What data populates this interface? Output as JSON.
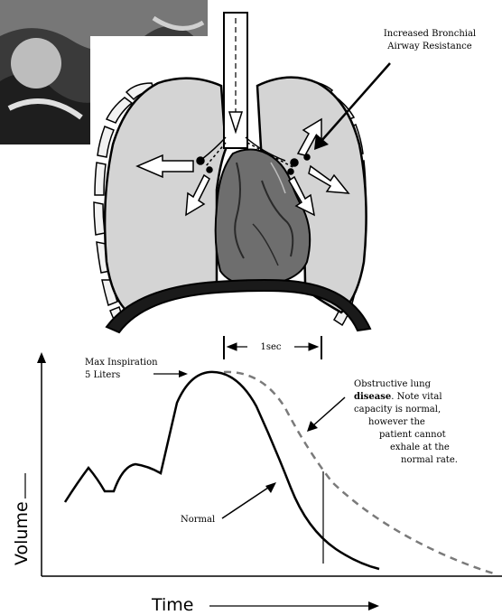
{
  "labels": {
    "airway_resistance": [
      "Increased Bronchial",
      "Airway Resistance"
    ],
    "max_inspiration": [
      "Max Inspiration",
      "5 Liters"
    ],
    "one_sec": "1sec",
    "obstructive": {
      "line1": "Obstructive  lung",
      "line2_bold": "disease",
      "line2_rest": ". Note vital",
      "line3": "capacity is normal,",
      "line4": "however the",
      "line5": "patient cannot",
      "line6": "exhale at the",
      "line7": "normal rate."
    },
    "normal": "Normal",
    "y_axis": "Volume",
    "x_axis": "Time"
  },
  "colors": {
    "lung_fill": "#d4d4d4",
    "heart_fill": "#6e6e6e",
    "diaphragm": "#1a1a1a",
    "normal_curve": "#000000",
    "obstructive_curve": "#7a7a7a"
  },
  "icons": [
    "trachea-icon",
    "lung-icon",
    "heart-icon",
    "diaphragm-icon",
    "airflow-arrow-icon",
    "bronchi-icon"
  ],
  "chart_data": {
    "type": "line",
    "xlabel": "Time",
    "ylabel": "Volume",
    "series": [
      {
        "name": "Normal",
        "style": "solid"
      },
      {
        "name": "Obstructive  lung disease",
        "style": "dashed"
      }
    ],
    "annotations": [
      "Max Inspiration 5 Liters",
      "1sec"
    ]
  }
}
